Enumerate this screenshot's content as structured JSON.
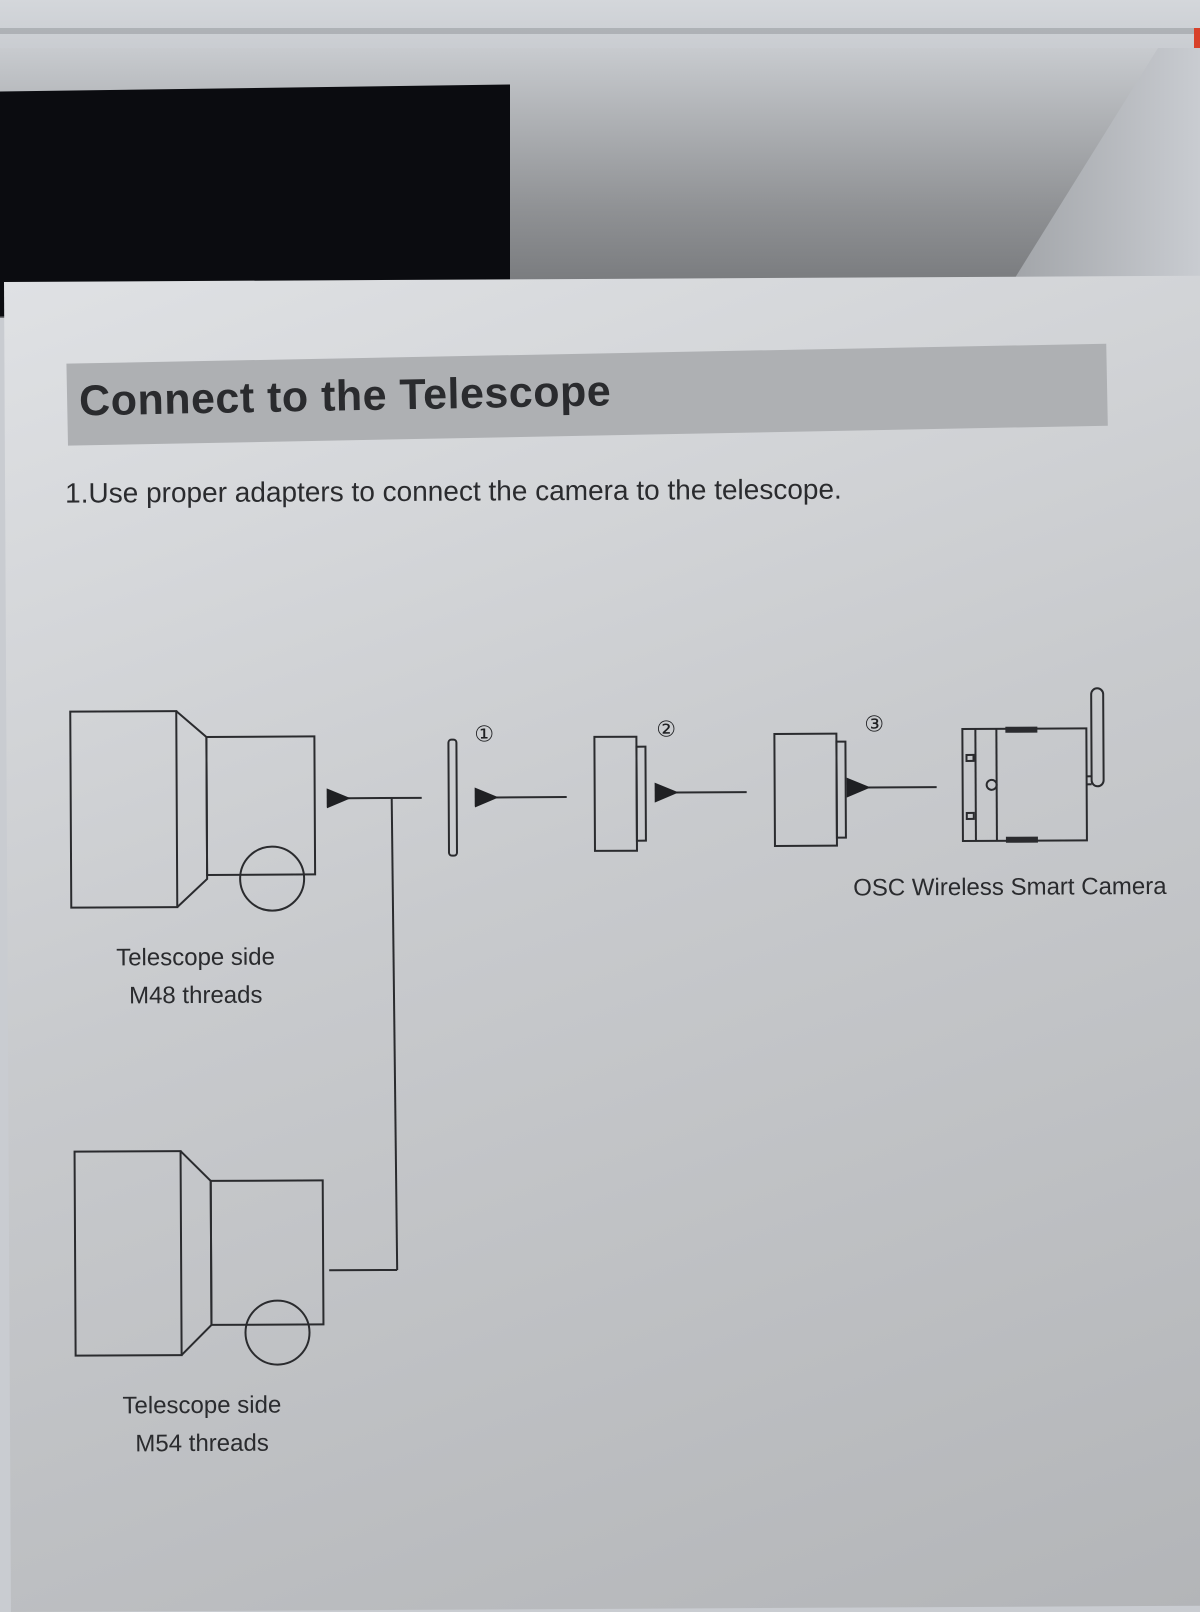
{
  "manual": {
    "title": "Connect to the Telescope",
    "instruction": "1.Use proper adapters to connect the camera to the telescope.",
    "steps": [
      "①",
      "②",
      "③"
    ],
    "camera_label": "OSC Wireless  Smart Camera",
    "telescope_m48": {
      "line1": "Telescope side",
      "line2": "M48 threads"
    },
    "telescope_m54": {
      "line1": "Telescope side",
      "line2": "M54 threads"
    }
  },
  "colors": {
    "ink": "#2a2b2e",
    "band": "#aeb0b3",
    "paper": "#d3d5d8"
  }
}
